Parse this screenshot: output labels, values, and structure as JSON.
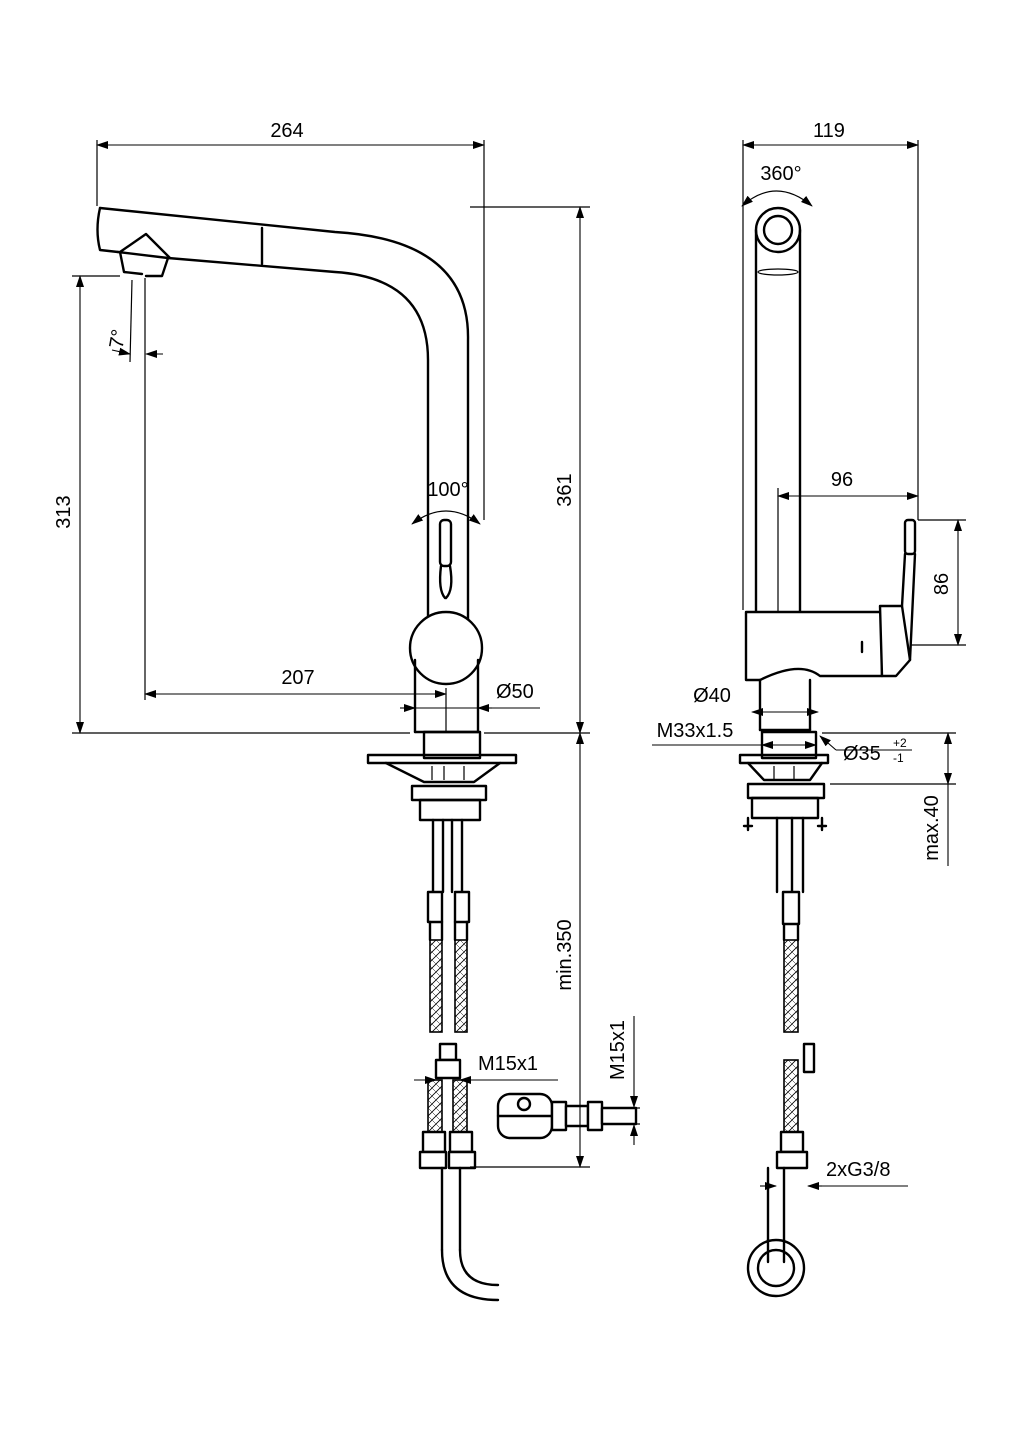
{
  "front_view": {
    "dim_total_width": "264",
    "dim_total_height": "361",
    "dim_outlet_height": "313",
    "dim_spray_angle": "7°",
    "dim_lever_angle": "100°",
    "dim_reach": "207",
    "dim_base_diameter": "Ø50",
    "dim_hose_length": "min.350",
    "dim_hose_thread": "M15x1",
    "dim_pullout_thread": "M15x1"
  },
  "side_view": {
    "dim_depth": "119",
    "dim_swivel_angle": "360°",
    "dim_lever_offset": "96",
    "dim_lever_height": "86",
    "dim_body_diameter": "Ø40",
    "dim_shank_thread": "M33x1.5",
    "dim_hole_diameter": "Ø35",
    "dim_hole_tol_upper": "+2",
    "dim_hole_tol_lower": "-1",
    "dim_max_thickness": "max.40",
    "dim_connection": "2xG3/8"
  }
}
